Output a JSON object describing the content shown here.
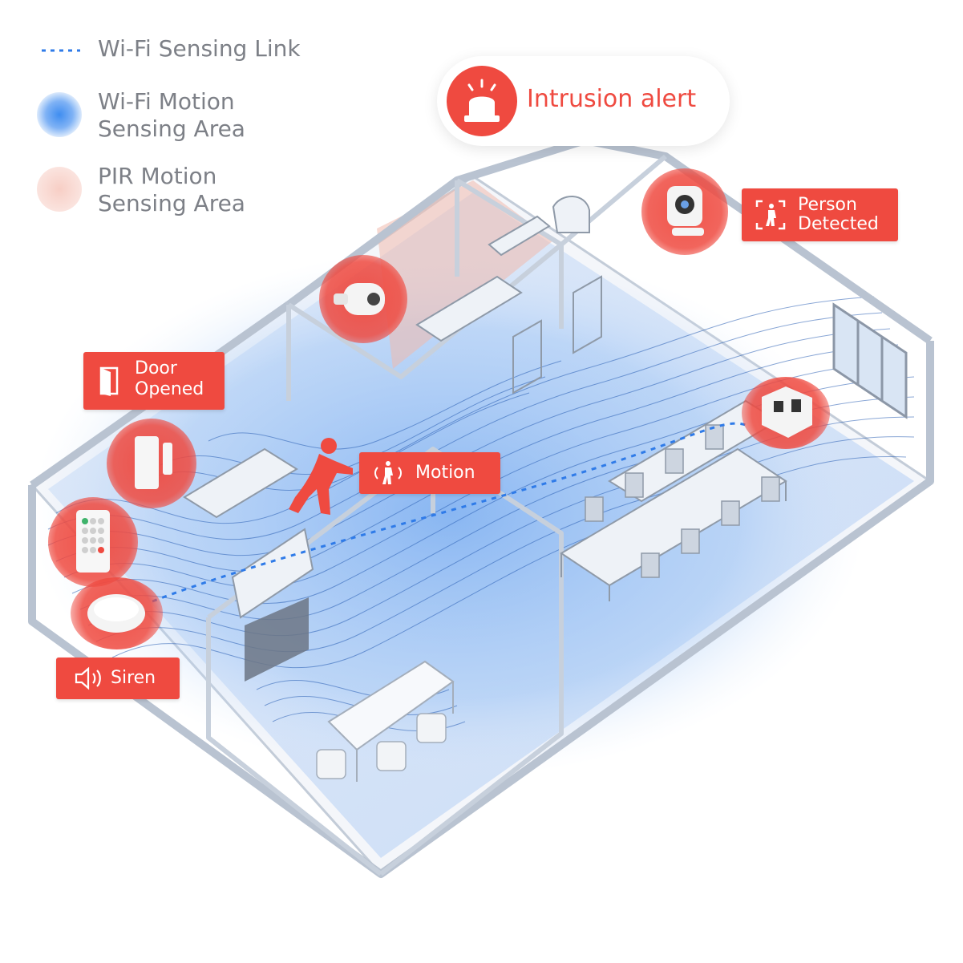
{
  "legend": {
    "wifi_link": "Wi-Fi Sensing Link",
    "wifi_area_line1": "Wi-Fi Motion",
    "wifi_area_line2": "Sensing Area",
    "pir_area_line1": "PIR Motion",
    "pir_area_line2": "Sensing Area"
  },
  "alert": {
    "label": "Intrusion alert"
  },
  "tags": {
    "door_line1": "Door",
    "door_line2": "Opened",
    "motion": "Motion",
    "person_line1": "Person",
    "person_line2": "Detected",
    "siren": "Siren"
  },
  "colors": {
    "accent_red": "#ef4a40",
    "wifi_blue": "#2f7be8",
    "pir_pink": "#f6d5cf",
    "wall_gray": "#b9c3d1",
    "legend_text": "#7d8087"
  },
  "icons": [
    "siren-icon",
    "door-icon",
    "motion-icon",
    "person-detected-icon",
    "speaker-icon"
  ]
}
